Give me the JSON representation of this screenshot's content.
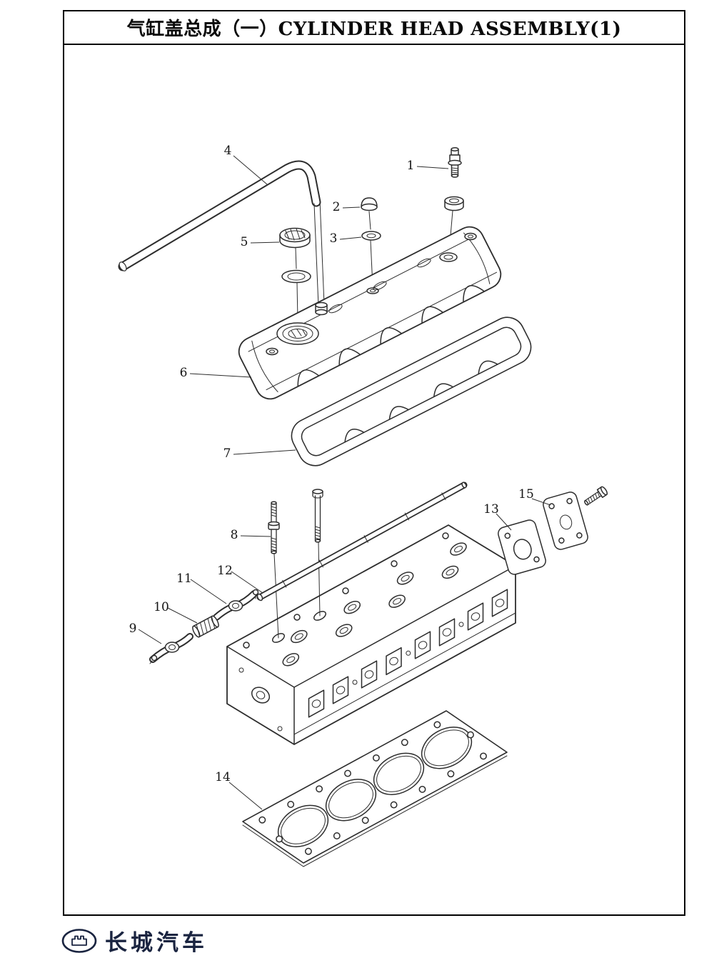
{
  "doc": {
    "title": "气缸盖总成（一）CYLINDER HEAD ASSEMBLY(1)",
    "brand": "长城汽车"
  },
  "colors": {
    "ink": "#2d2d2d",
    "frame": "#000000",
    "brand": "#1a2440",
    "paper": "#ffffff"
  },
  "callouts": [
    {
      "label": "1"
    },
    {
      "label": "2"
    },
    {
      "label": "3"
    },
    {
      "label": "4"
    },
    {
      "label": "5"
    },
    {
      "label": "6"
    },
    {
      "label": "7"
    },
    {
      "label": "8"
    },
    {
      "label": "9"
    },
    {
      "label": "10"
    },
    {
      "label": "11"
    },
    {
      "label": "12"
    },
    {
      "label": "13"
    },
    {
      "label": "14"
    },
    {
      "label": "15"
    }
  ]
}
